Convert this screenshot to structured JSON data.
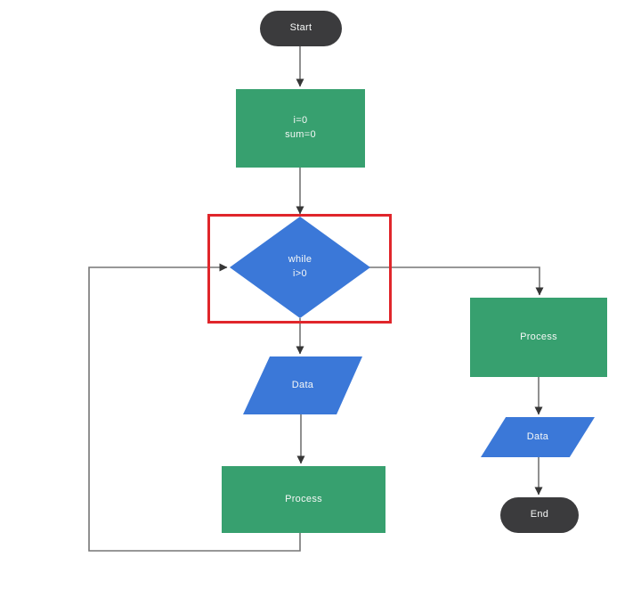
{
  "diagram": {
    "type": "flowchart",
    "background": "#ffffff",
    "nodes": {
      "start": {
        "label": "Start",
        "shape": "terminator",
        "fill": "#3b3b3d"
      },
      "init": {
        "label": "i=0\nsum=0",
        "shape": "process",
        "fill": "#37a06f"
      },
      "while_loop": {
        "label": "while\ni>0",
        "shape": "decision",
        "fill": "#3b78d8"
      },
      "data_left": {
        "label": "Data",
        "shape": "data",
        "fill": "#3b78d8"
      },
      "process_left": {
        "label": "Process",
        "shape": "process",
        "fill": "#37a06f"
      },
      "process_right": {
        "label": "Process",
        "shape": "process",
        "fill": "#37a06f"
      },
      "data_right": {
        "label": "Data",
        "shape": "data",
        "fill": "#3b78d8"
      },
      "end": {
        "label": "End",
        "shape": "terminator",
        "fill": "#3b3b3d"
      }
    },
    "edges": [
      {
        "from": "start",
        "to": "init"
      },
      {
        "from": "init",
        "to": "while_loop"
      },
      {
        "from": "while_loop",
        "to": "data_left"
      },
      {
        "from": "data_left",
        "to": "process_left"
      },
      {
        "from": "process_left",
        "to": "while_loop",
        "route": "loop-back-left"
      },
      {
        "from": "while_loop",
        "to": "process_right",
        "route": "branch-right"
      },
      {
        "from": "process_right",
        "to": "data_right"
      },
      {
        "from": "data_right",
        "to": "end"
      }
    ],
    "highlight": {
      "target": "while_loop",
      "style": "red-rectangle",
      "color": "#e0262b"
    },
    "colors": {
      "connector": "#757575",
      "arrowhead": "#363636",
      "label_text": "#ffffff"
    }
  }
}
